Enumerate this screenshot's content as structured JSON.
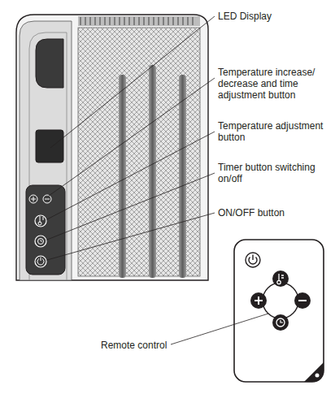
{
  "diagram": {
    "labels": [
      "LED Display",
      "Temperature increase/ decrease and time adjustment button",
      "Temperature adjustment button",
      "Timer button switching on/off",
      "ON/OFF button",
      "Remote control"
    ]
  }
}
